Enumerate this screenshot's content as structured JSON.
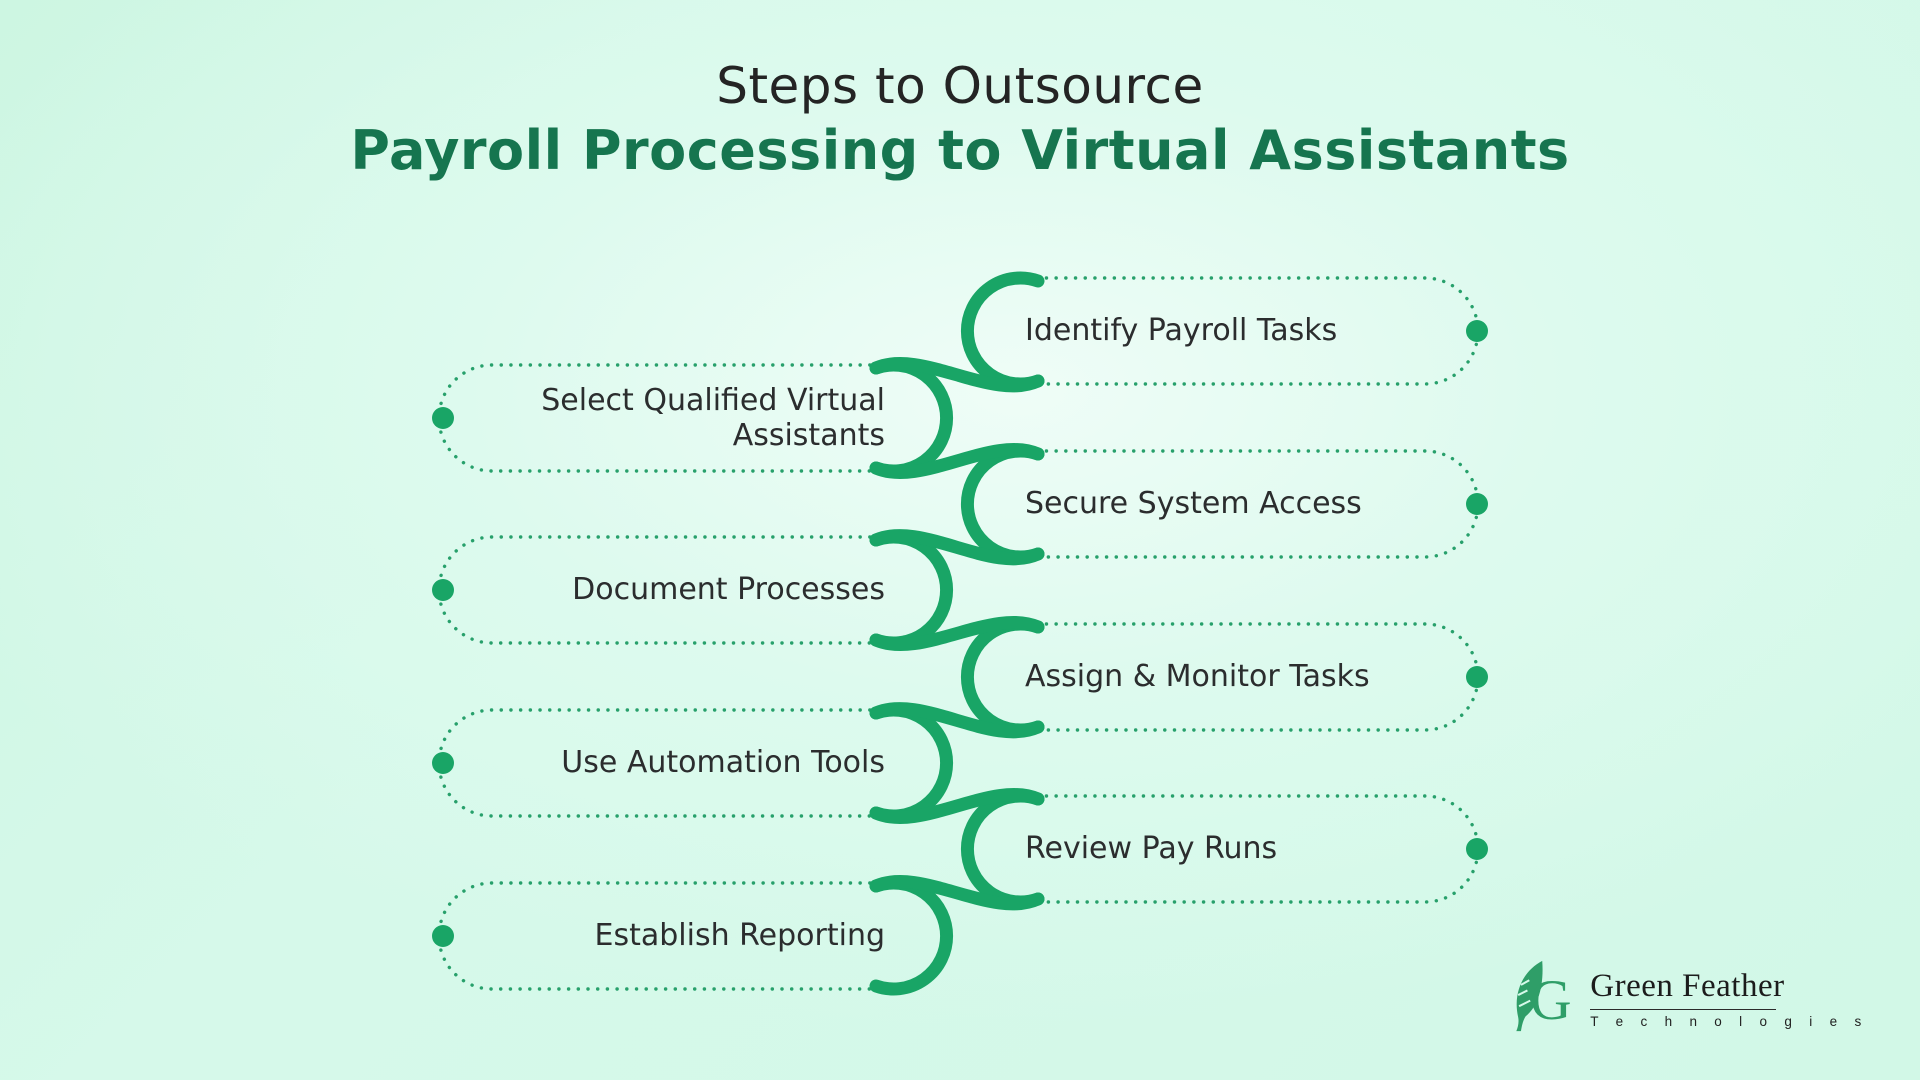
{
  "title": {
    "line1": "Steps to Outsource",
    "line2": "Payroll Processing to Virtual Assistants"
  },
  "steps": [
    {
      "label": "Identify Payroll Tasks",
      "side": "right"
    },
    {
      "label": "Select Qualified Virtual\nAssistants",
      "side": "left"
    },
    {
      "label": "Secure System Access",
      "side": "right"
    },
    {
      "label": "Document Processes",
      "side": "left"
    },
    {
      "label": "Assign & Monitor Tasks",
      "side": "right"
    },
    {
      "label": "Use Automation Tools",
      "side": "left"
    },
    {
      "label": "Review Pay Runs",
      "side": "right"
    },
    {
      "label": "Establish Reporting",
      "side": "left"
    }
  ],
  "logo": {
    "monogram": "G",
    "brand": "Green Feather",
    "tagline": "T e c h n o l o g i e s"
  },
  "colors": {
    "accent_green": "#19a566",
    "dotted_border": "#27a06b",
    "title_green": "#16754f",
    "title_dark": "#242424",
    "text_dark": "#2b2d2e",
    "logo_green": "#2f9e68",
    "background_mint": "#d6f9ea"
  }
}
